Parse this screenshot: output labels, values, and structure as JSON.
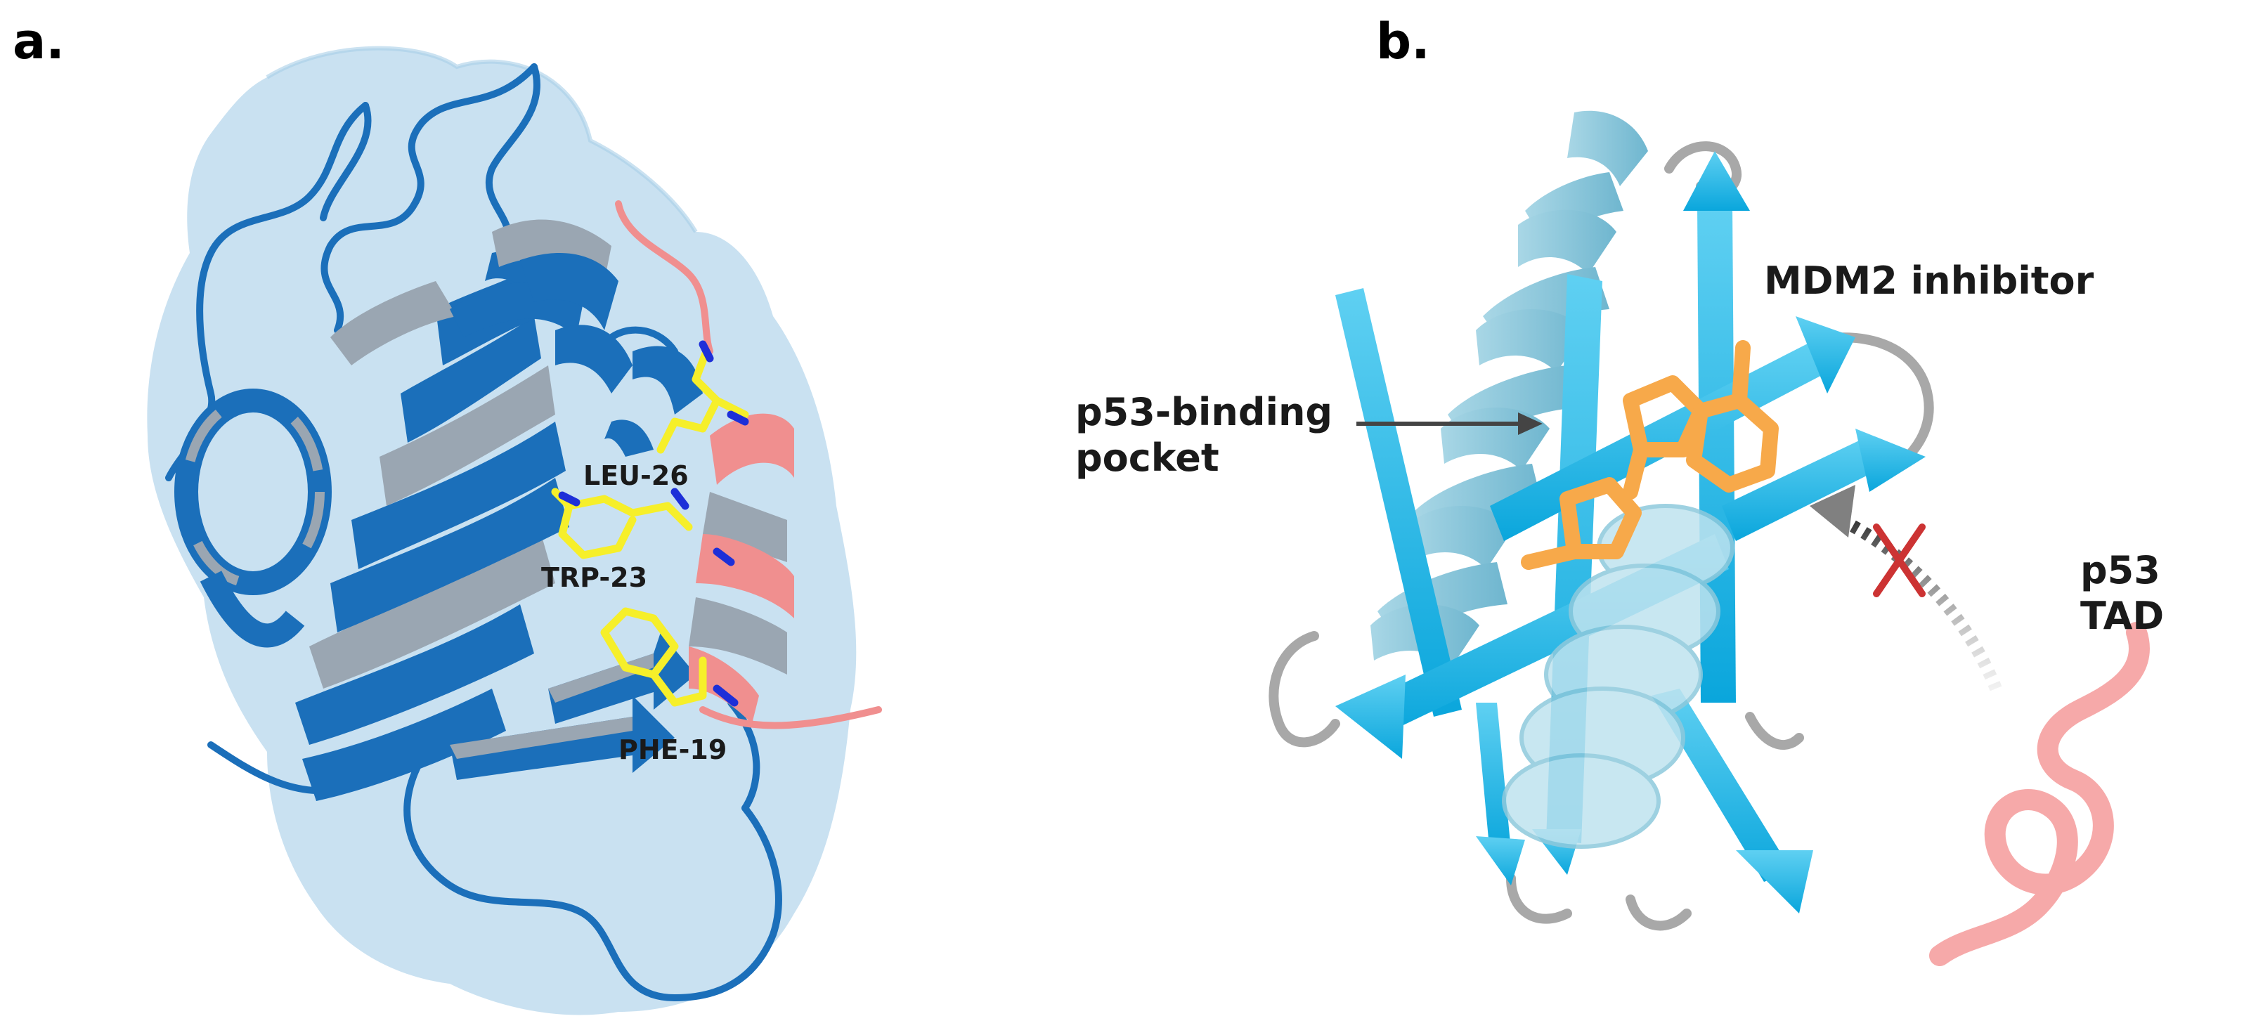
{
  "panels": {
    "a": {
      "letter": "a.",
      "residues": [
        "LEU-26",
        "TRP-23",
        "PHE-19"
      ]
    },
    "b": {
      "letter": "b.",
      "labels": {
        "inhibitor": "MDM2 inhibitor",
        "pocket_line1": "p53-binding",
        "pocket_line2": "pocket",
        "tad": "p53 TAD"
      }
    }
  },
  "colors": {
    "surface": "#bfdcef",
    "mdm2_ribbon": "#1b6fba",
    "ribbon_back": "#9aa6b2",
    "p53_helix": "#f08f8f",
    "sidechain": "#f6ef2a",
    "nitrogen": "#1d2fd8",
    "pale_helix": "#8ec9dc",
    "strand": "#1bb5e3",
    "inhibitor": "#f7a94a",
    "loop": "#a8a8a8",
    "tad": "#f5a0a0",
    "block": "#cc3333"
  }
}
